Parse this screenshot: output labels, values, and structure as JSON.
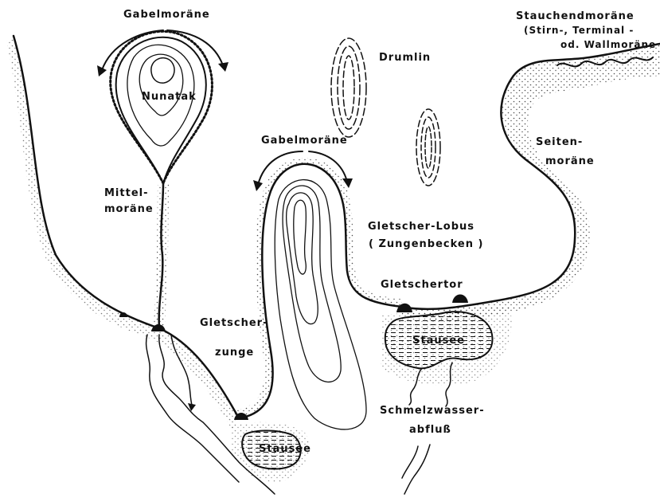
{
  "labels": {
    "gabelmoraene_top": "Gabelmoräne",
    "nunatak": "Nunatak",
    "mittelmoraene_1": "Mittel-",
    "mittelmoraene_2": "moräne",
    "drumlin": "Drumlin",
    "gabelmoraene_mid": "Gabelmoräne",
    "stauchendmoraene_1": "Stauchendmoräne",
    "stauchendmoraene_2": "(Stirn-, Terminal -",
    "stauchendmoraene_3": "od. Wallmoräne",
    "seitenmoraene_1": "Seiten-",
    "seitenmoraene_2": "moräne",
    "gletscher_lobus": "Gletscher-Lobus",
    "zungenbecken": "( Zungenbecken )",
    "gletschertor": "Gletschertor",
    "gletscherzunge_1": "Gletscher-",
    "gletscherzunge_2": "zunge",
    "stausee_right": "Stausee",
    "schmelzwasser_1": "Schmelzwasser-",
    "schmelzwasser_2": "abfluß",
    "stausee_bottom": "Stausee"
  }
}
